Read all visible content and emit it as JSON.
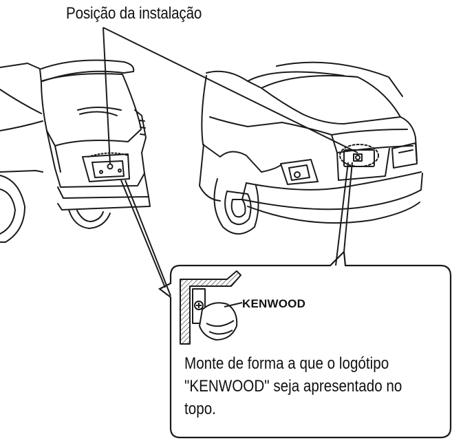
{
  "diagram": {
    "title": "Posição da instalação",
    "camera_logo": "KENWOOD",
    "note_lines": [
      "Monte de forma a que o logótipo",
      "\"KENWOOD\" seja apresentado no",
      "topo."
    ]
  },
  "colors": {
    "line": "#1a1a1a",
    "background": "#ffffff",
    "hatch": "#555555"
  },
  "icons": [
    "hatchback-car-rear",
    "sedan-car-rear",
    "rear-view-camera"
  ]
}
